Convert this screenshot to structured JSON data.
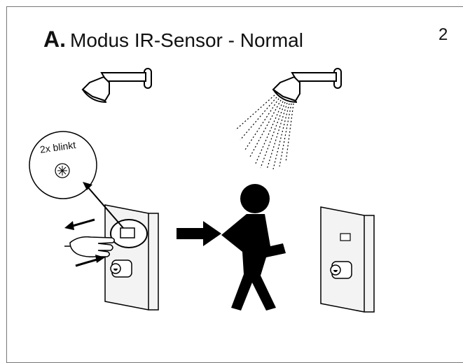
{
  "header": {
    "section_letter": "A.",
    "title": "Modus IR-Sensor - Normal",
    "page_number": "2"
  },
  "callout": {
    "label": "2x blinkt"
  }
}
